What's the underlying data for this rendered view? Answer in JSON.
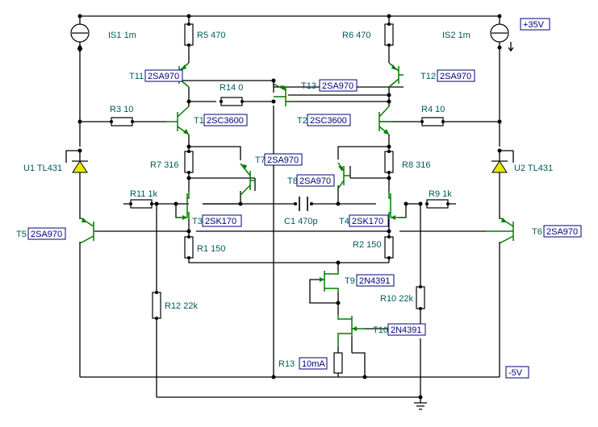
{
  "supplies": {
    "pos": "+35V",
    "neg": "-5V"
  },
  "current_sources": [
    {
      "id": "is1",
      "label": "IS1 1m"
    },
    {
      "id": "is2",
      "label": "IS2 1m"
    }
  ],
  "resistors": {
    "r1": "R1 150",
    "r2": "R2 150",
    "r3": "R3 10",
    "r4": "R4 10",
    "r5": "R5 470",
    "r6": "R6 470",
    "r7": "R7 316",
    "r8": "R8 316",
    "r9": "R9 1k",
    "r10": "R10 22k",
    "r11": "R11 1k",
    "r12": "R12 22k",
    "r13": "R13",
    "r14": "R14 0"
  },
  "capacitor": {
    "c1": "C1 470p"
  },
  "references": {
    "u1": {
      "name": "U1 TL431"
    },
    "u2": {
      "name": "U2 TL431"
    }
  },
  "transistors": {
    "t1": {
      "name": "T1",
      "part": "2SC3600"
    },
    "t2": {
      "name": "T2",
      "part": "2SC3600"
    },
    "t3": {
      "name": "T3",
      "part": "2SK170"
    },
    "t4": {
      "name": "T4",
      "part": "2SK170"
    },
    "t5": {
      "name": "T5",
      "part": "2SA970"
    },
    "t6": {
      "name": "T6",
      "part": "2SA970"
    },
    "t7": {
      "name": "T7",
      "part": "2SA970"
    },
    "t8": {
      "name": "T8",
      "part": "2SA970"
    },
    "t9": {
      "name": "T9",
      "part": "2N4391"
    },
    "t10": {
      "name": "T10",
      "part": "2N4391"
    },
    "t11": {
      "name": "T11",
      "part": "2SA970"
    },
    "t12": {
      "name": "T12",
      "part": "2SA970"
    },
    "t13": {
      "name": "T13",
      "part": "2SA970"
    }
  },
  "r13_value": "10mA",
  "colors": {
    "transistor": "#007d00",
    "label": "#005a5a",
    "box": "#00007a",
    "wire": "#000000"
  }
}
